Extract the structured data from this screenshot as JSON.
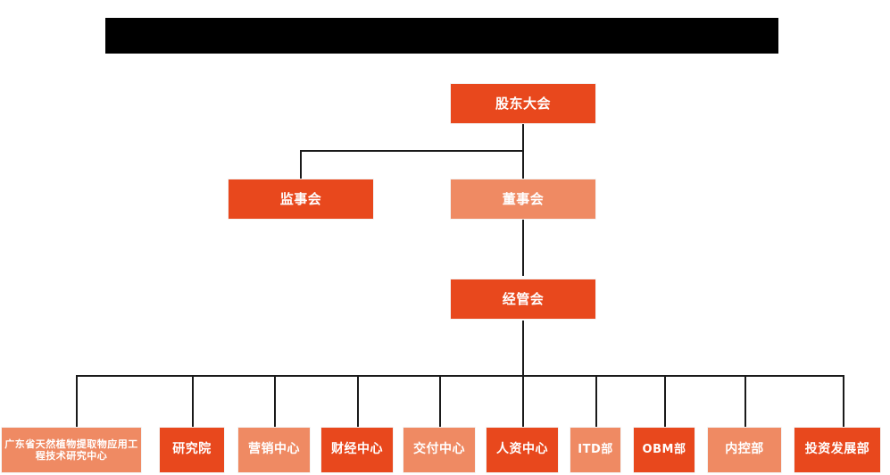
{
  "page": {
    "title_bar": {
      "name": "redacted-title-bar",
      "text": "",
      "color": "#000000"
    },
    "background_color": "#ffffff",
    "line_color": "#1a1a1a"
  },
  "palette": {
    "dark_orange": "#e8481d",
    "light_salmon": "#ef8a63",
    "text_color": "#ffffff"
  },
  "chart": {
    "type": "org-chart",
    "levels": [
      {
        "level": 1,
        "nodes": [
          {
            "id": "shareholders",
            "label": "股东大会",
            "tone": "dark"
          }
        ]
      },
      {
        "level": 2,
        "nodes": [
          {
            "id": "supervisory",
            "label": "监事会",
            "tone": "dark"
          },
          {
            "id": "board",
            "label": "董事会",
            "tone": "light"
          }
        ]
      },
      {
        "level": 3,
        "nodes": [
          {
            "id": "management",
            "label": "经管会",
            "tone": "dark"
          }
        ]
      },
      {
        "level": 4,
        "nodes": [
          {
            "id": "dept-1",
            "label": "广东省天然植物提取物应用工程技术研究中心",
            "tone": "light"
          },
          {
            "id": "dept-2",
            "label": "研究院",
            "tone": "dark"
          },
          {
            "id": "dept-3",
            "label": "营销中心",
            "tone": "light"
          },
          {
            "id": "dept-4",
            "label": "财经中心",
            "tone": "dark"
          },
          {
            "id": "dept-5",
            "label": "交付中心",
            "tone": "light"
          },
          {
            "id": "dept-6",
            "label": "人资中心",
            "tone": "dark"
          },
          {
            "id": "dept-7",
            "label": "ITD部",
            "tone": "light"
          },
          {
            "id": "dept-8",
            "label": "OBM部",
            "tone": "dark"
          },
          {
            "id": "dept-9",
            "label": "内控部",
            "tone": "light"
          },
          {
            "id": "dept-10",
            "label": "投资发展部",
            "tone": "dark"
          }
        ]
      }
    ]
  }
}
